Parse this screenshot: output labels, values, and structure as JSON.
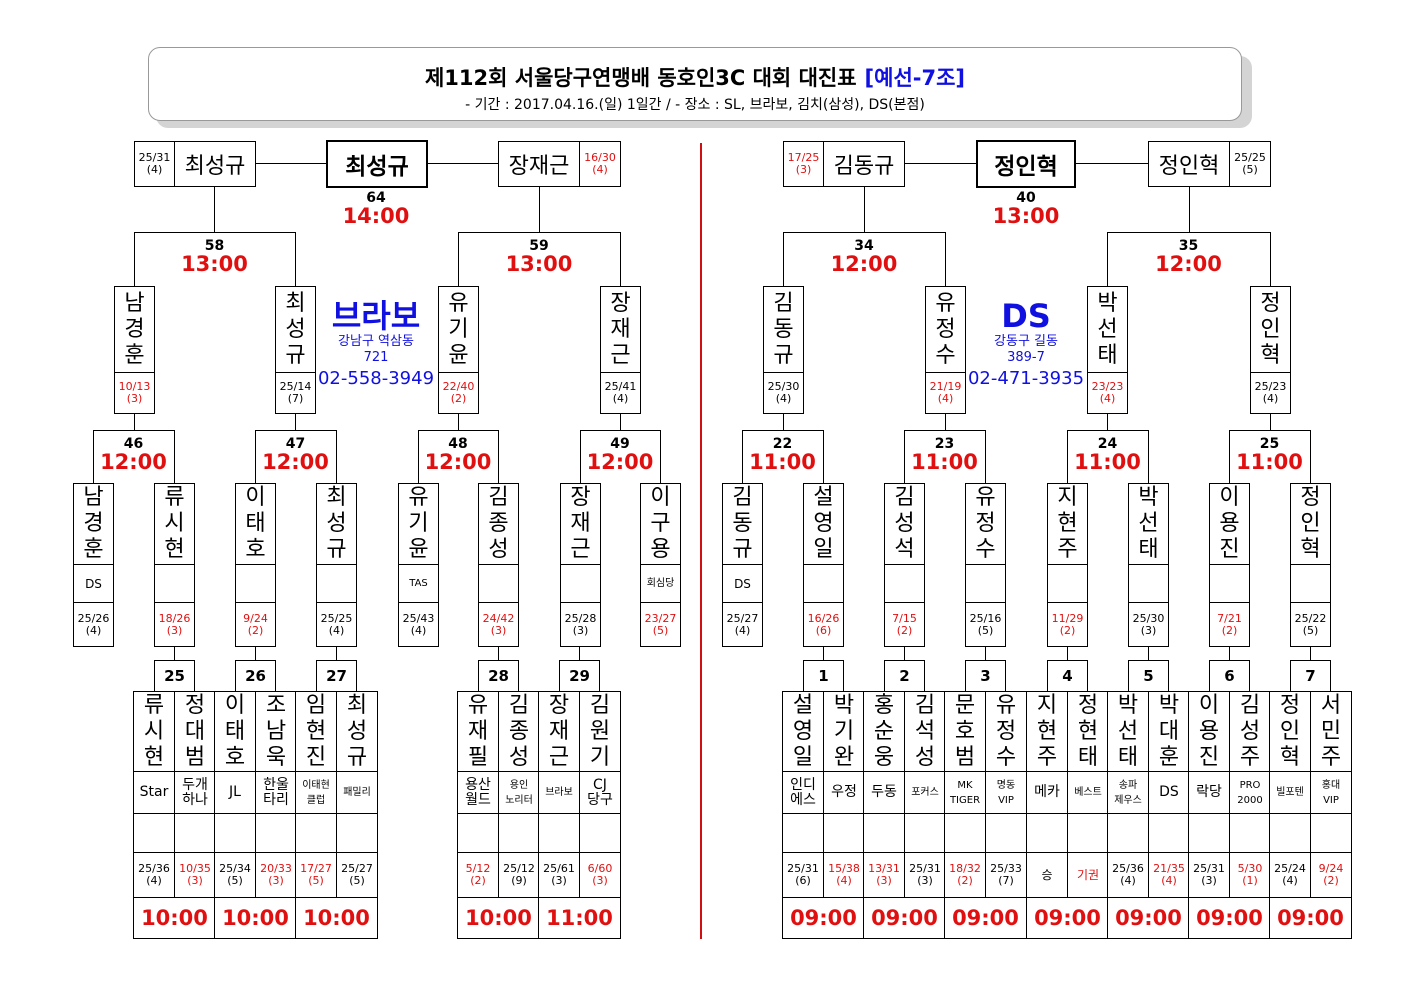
{
  "header": {
    "title": "제112회 서울당구연맹배 동호인3C 대회 대진표",
    "subtitle": "[예선-7조]",
    "period": "- 기간 : 2017.04.16.(일) 1일간 / - 장소 : SL, 브라보, 김치(삼성), DS(본점)"
  },
  "venues": [
    {
      "name": "브라보",
      "addr1": "강남구 역삼동",
      "addr2": "721",
      "phone": "02-558-3949"
    },
    {
      "name": "DS",
      "addr1": "강동구 길동",
      "addr2": "389-7",
      "phone": "02-471-3935"
    }
  ],
  "finals": [
    {
      "num": "64",
      "time": "14:00",
      "winner": "최성규",
      "left": {
        "name": "최성규",
        "score": "25/31",
        "inn": "(4)",
        "red": false
      },
      "right": {
        "name": "장재근",
        "score": "16/30",
        "inn": "(4)",
        "red": true
      }
    },
    {
      "num": "40",
      "time": "13:00",
      "winner": "정인혁",
      "left": {
        "name": "김동규",
        "score": "17/25",
        "inn": "(3)",
        "red": true
      },
      "right": {
        "name": "정인혁",
        "score": "25/25",
        "inn": "(5)",
        "red": false
      }
    }
  ],
  "semis": [
    {
      "num": "58",
      "time": "13:00"
    },
    {
      "num": "59",
      "time": "13:00"
    },
    {
      "num": "34",
      "time": "12:00"
    },
    {
      "num": "35",
      "time": "12:00"
    }
  ],
  "quarter_players": [
    {
      "name": "남경훈",
      "score": "10/13",
      "inn": "(3)",
      "red": true
    },
    {
      "name": "최성규",
      "score": "25/14",
      "inn": "(7)",
      "red": false
    },
    {
      "name": "유기윤",
      "score": "22/40",
      "inn": "(2)",
      "red": true
    },
    {
      "name": "장재근",
      "score": "25/41",
      "inn": "(4)",
      "red": false
    },
    {
      "name": "김동규",
      "score": "25/30",
      "inn": "(4)",
      "red": false
    },
    {
      "name": "유정수",
      "score": "21/19",
      "inn": "(4)",
      "red": true
    },
    {
      "name": "박선태",
      "score": "23/23",
      "inn": "(4)",
      "red": true
    },
    {
      "name": "정인혁",
      "score": "25/23",
      "inn": "(4)",
      "red": false
    }
  ],
  "r2_matches": [
    {
      "num": "46",
      "time": "12:00"
    },
    {
      "num": "47",
      "time": "12:00"
    },
    {
      "num": "48",
      "time": "12:00"
    },
    {
      "num": "49",
      "time": "12:00"
    },
    {
      "num": "22",
      "time": "11:00"
    },
    {
      "num": "23",
      "time": "11:00"
    },
    {
      "num": "24",
      "time": "11:00"
    },
    {
      "num": "25",
      "time": "11:00"
    }
  ],
  "r2_players": [
    {
      "name": "남경훈",
      "club": "DS",
      "score": "25/26",
      "inn": "(4)",
      "red": false
    },
    {
      "name": "류시현",
      "club": "",
      "score": "18/26",
      "inn": "(3)",
      "red": true
    },
    {
      "name": "이태호",
      "club": "",
      "score": "9/24",
      "inn": "(2)",
      "red": true
    },
    {
      "name": "최성규",
      "club": "",
      "score": "25/25",
      "inn": "(4)",
      "red": false
    },
    {
      "name": "유기윤",
      "club": "TAS",
      "score": "25/43",
      "inn": "(4)",
      "red": false
    },
    {
      "name": "김종성",
      "club": "",
      "score": "24/42",
      "inn": "(3)",
      "red": true
    },
    {
      "name": "장재근",
      "club": "",
      "score": "25/28",
      "inn": "(3)",
      "red": false
    },
    {
      "name": "이구용",
      "club": "회심당",
      "score": "23/27",
      "inn": "(5)",
      "red": true
    },
    {
      "name": "김동규",
      "club": "DS",
      "score": "25/27",
      "inn": "(4)",
      "red": false
    },
    {
      "name": "설영일",
      "club": "",
      "score": "16/26",
      "inn": "(6)",
      "red": true
    },
    {
      "name": "김성석",
      "club": "",
      "score": "7/15",
      "inn": "(2)",
      "red": true
    },
    {
      "name": "유정수",
      "club": "",
      "score": "25/16",
      "inn": "(5)",
      "red": false
    },
    {
      "name": "지현주",
      "club": "",
      "score": "11/29",
      "inn": "(2)",
      "red": true
    },
    {
      "name": "박선태",
      "club": "",
      "score": "25/30",
      "inn": "(3)",
      "red": false
    },
    {
      "name": "이용진",
      "club": "",
      "score": "7/21",
      "inn": "(2)",
      "red": true
    },
    {
      "name": "정인혁",
      "club": "",
      "score": "25/22",
      "inn": "(5)",
      "red": false
    }
  ],
  "r1_groups": [
    {
      "num": "25",
      "time": "10:00",
      "players": [
        {
          "name": "류시현",
          "club": "Star",
          "score": "25/36",
          "inn": "(4)",
          "red": false
        },
        {
          "name": "정대범",
          "club": "두개\n하나",
          "score": "10/35",
          "inn": "(3)",
          "red": true
        }
      ]
    },
    {
      "num": "26",
      "time": "10:00",
      "players": [
        {
          "name": "이태호",
          "club": "JL",
          "score": "25/34",
          "inn": "(5)",
          "red": false
        },
        {
          "name": "조남욱",
          "club": "한울\n타리",
          "score": "20/33",
          "inn": "(3)",
          "red": true
        }
      ]
    },
    {
      "num": "27",
      "time": "10:00",
      "players": [
        {
          "name": "임현진",
          "club": "이태현\n클럽",
          "score": "17/27",
          "inn": "(5)",
          "red": true
        },
        {
          "name": "최성규",
          "club": "패밀리",
          "score": "25/27",
          "inn": "(5)",
          "red": false
        }
      ]
    },
    {
      "num": "28",
      "time": "10:00",
      "players": [
        {
          "name": "유재필",
          "club": "용산\n월드",
          "score": "5/12",
          "inn": "(2)",
          "red": true
        },
        {
          "name": "김종성",
          "club": "용인\n노리터",
          "score": "25/12",
          "inn": "(9)",
          "red": false
        }
      ]
    },
    {
      "num": "29",
      "time": "11:00",
      "players": [
        {
          "name": "장재근",
          "club": "브라보",
          "score": "25/61",
          "inn": "(3)",
          "red": false
        },
        {
          "name": "김원기",
          "club": "CJ\n당구",
          "score": "6/60",
          "inn": "(3)",
          "red": true
        }
      ]
    },
    {
      "num": "1",
      "time": "09:00",
      "players": [
        {
          "name": "설영일",
          "club": "인디\n에스",
          "score": "25/31",
          "inn": "(6)",
          "red": false
        },
        {
          "name": "박기완",
          "club": "우정",
          "score": "15/38",
          "inn": "(4)",
          "red": true
        }
      ]
    },
    {
      "num": "2",
      "time": "09:00",
      "players": [
        {
          "name": "홍순웅",
          "club": "두동",
          "score": "13/31",
          "inn": "(3)",
          "red": true
        },
        {
          "name": "김석성",
          "club": "포커스",
          "score": "25/31",
          "inn": "(3)",
          "red": false
        }
      ]
    },
    {
      "num": "3",
      "time": "09:00",
      "players": [
        {
          "name": "문호범",
          "club": "MK\nTIGER",
          "score": "18/32",
          "inn": "(2)",
          "red": true
        },
        {
          "name": "유정수",
          "club": "명동\nVIP",
          "score": "25/33",
          "inn": "(7)",
          "red": false
        }
      ]
    },
    {
      "num": "4",
      "time": "09:00",
      "players": [
        {
          "name": "지현주",
          "club": "메카",
          "score": "승",
          "inn": "",
          "red": false
        },
        {
          "name": "정현태",
          "club": "베스트",
          "score": "기권",
          "inn": "",
          "red": true
        }
      ]
    },
    {
      "num": "5",
      "time": "09:00",
      "players": [
        {
          "name": "박선태",
          "club": "송파\n제우스",
          "score": "25/36",
          "inn": "(4)",
          "red": false
        },
        {
          "name": "박대훈",
          "club": "DS",
          "score": "21/35",
          "inn": "(4)",
          "red": true
        }
      ]
    },
    {
      "num": "6",
      "time": "09:00",
      "players": [
        {
          "name": "이용진",
          "club": "락당",
          "score": "25/31",
          "inn": "(3)",
          "red": false
        },
        {
          "name": "김성주",
          "club": "PRO\n2000",
          "score": "5/30",
          "inn": "(1)",
          "red": true
        }
      ]
    },
    {
      "num": "7",
      "time": "09:00",
      "players": [
        {
          "name": "정인혁",
          "club": "빌포텐",
          "score": "25/24",
          "inn": "(4)",
          "red": false
        },
        {
          "name": "서민주",
          "club": "홍대\nVIP",
          "score": "9/24",
          "inn": "(2)",
          "red": true
        }
      ]
    }
  ]
}
